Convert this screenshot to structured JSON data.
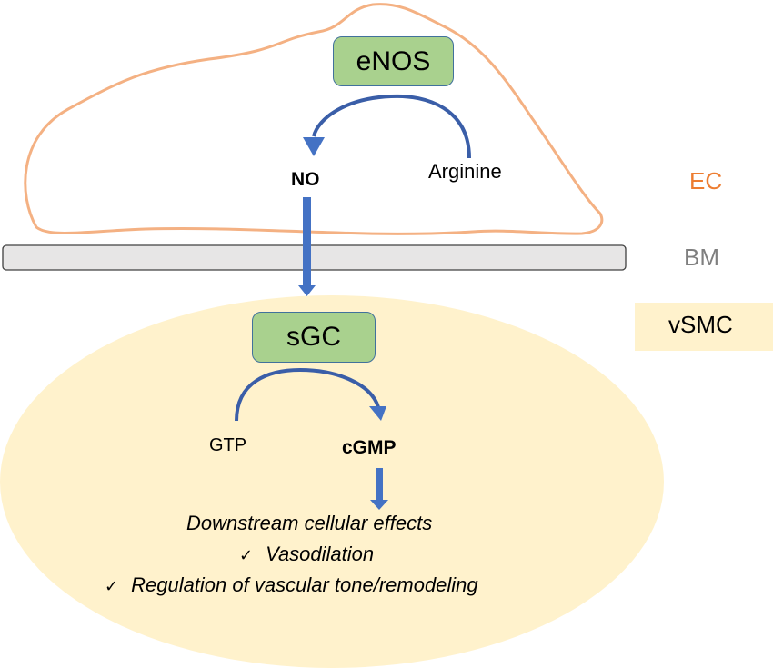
{
  "title": "NO-sGC-cGMP signaling pathway",
  "colors": {
    "ec_outline": "#f4b183",
    "ec_label": "#ed7d31",
    "bm_fill": "#e7e6e6",
    "bm_label": "#7f7f7f",
    "vsmc_fill": "#fff2cc",
    "enzyme_fill": "#a9d18e",
    "arrow": "#4472c4"
  },
  "endothelial_cell": {
    "enzyme": "eNOS",
    "substrate": "Arginine",
    "product": "NO"
  },
  "smooth_muscle_cell": {
    "enzyme": "sGC",
    "substrate": "GTP",
    "product": "cGMP",
    "effects_heading": "Downstream cellular effects",
    "effects": [
      {
        "check": "✓",
        "text": "Vasodilation"
      },
      {
        "check": "✓",
        "text": "Regulation of vascular tone/remodeling"
      }
    ]
  },
  "legend": {
    "ec": "EC",
    "bm": "BM",
    "vsmc": "vSMC"
  }
}
